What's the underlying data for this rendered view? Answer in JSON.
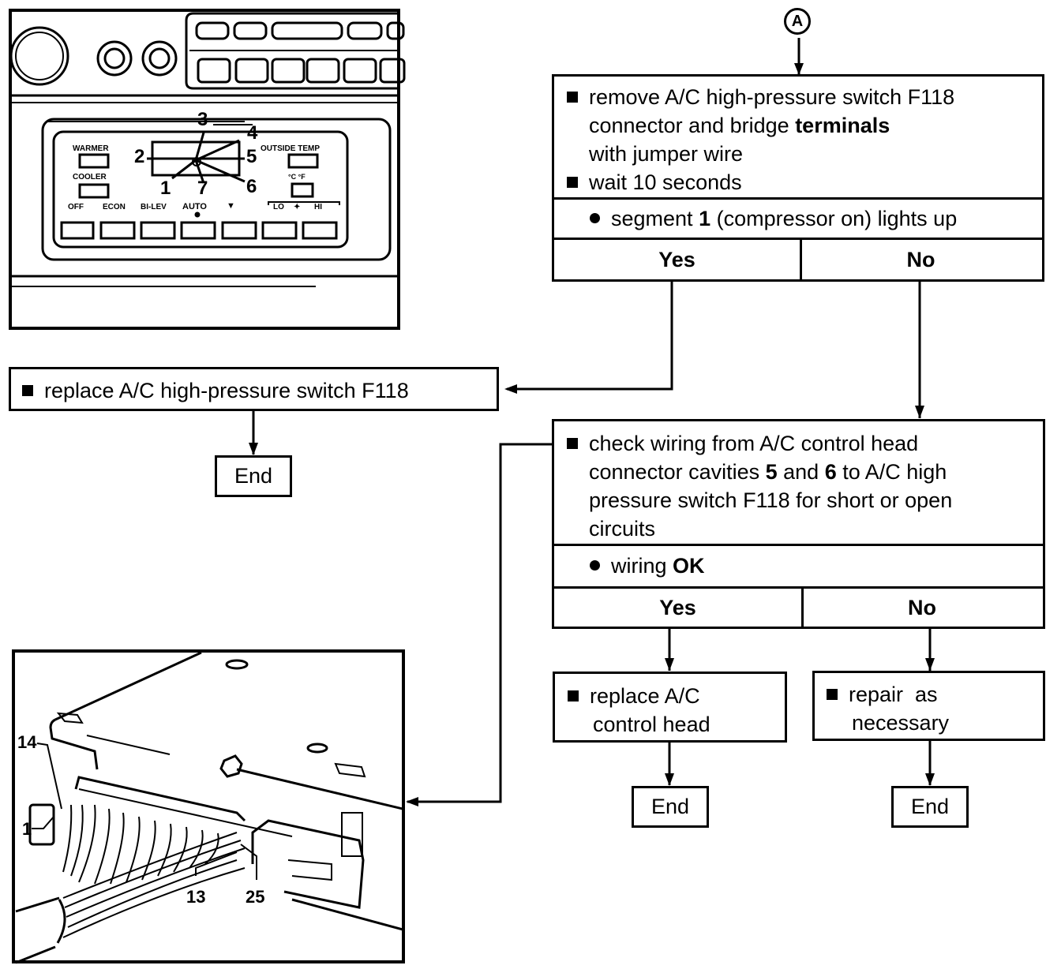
{
  "connector": {
    "label": "A"
  },
  "step1": {
    "instructions": [
      "remove A/C high-pressure switch F118",
      "connector and bridge ",
      "terminals",
      "with jumper wire",
      "wait 10 seconds"
    ],
    "check_prefix": "segment ",
    "check_bold": "1",
    "check_suffix": " (compressor on) lights up",
    "yes_label": "Yes",
    "no_label": "No"
  },
  "replace_switch": {
    "text": "replace A/C high-pressure switch F118"
  },
  "step2": {
    "lines": [
      "check wiring from A/C control head",
      "connector cavities ",
      "5",
      " and ",
      "6",
      " to A/C high",
      "pressure switch F118 for short or open",
      "circuits"
    ],
    "check_prefix": "wiring ",
    "check_bold": "OK",
    "yes_label": "Yes",
    "no_label": "No"
  },
  "replace_head": {
    "line1": "replace A/C",
    "line2": "control head"
  },
  "repair": {
    "line1": "repair  as",
    "line2": "necessary"
  },
  "end_label": "End",
  "control_panel": {
    "segment_numbers": [
      "1",
      "2",
      "3",
      "4",
      "5",
      "6",
      "7"
    ],
    "labels": {
      "warmer": "WARMER",
      "cooler": "COOLER",
      "outside_temp": "OUTSIDE TEMP",
      "units": "°C  °F",
      "fan_lo": "LO",
      "fan_hi": "HI",
      "off": "OFF",
      "econ": "ECON",
      "bilev": "BI-LEV",
      "auto": "AUTO"
    }
  },
  "connector_illustration": {
    "pin_labels": [
      "14",
      "1",
      "13",
      "25"
    ]
  }
}
